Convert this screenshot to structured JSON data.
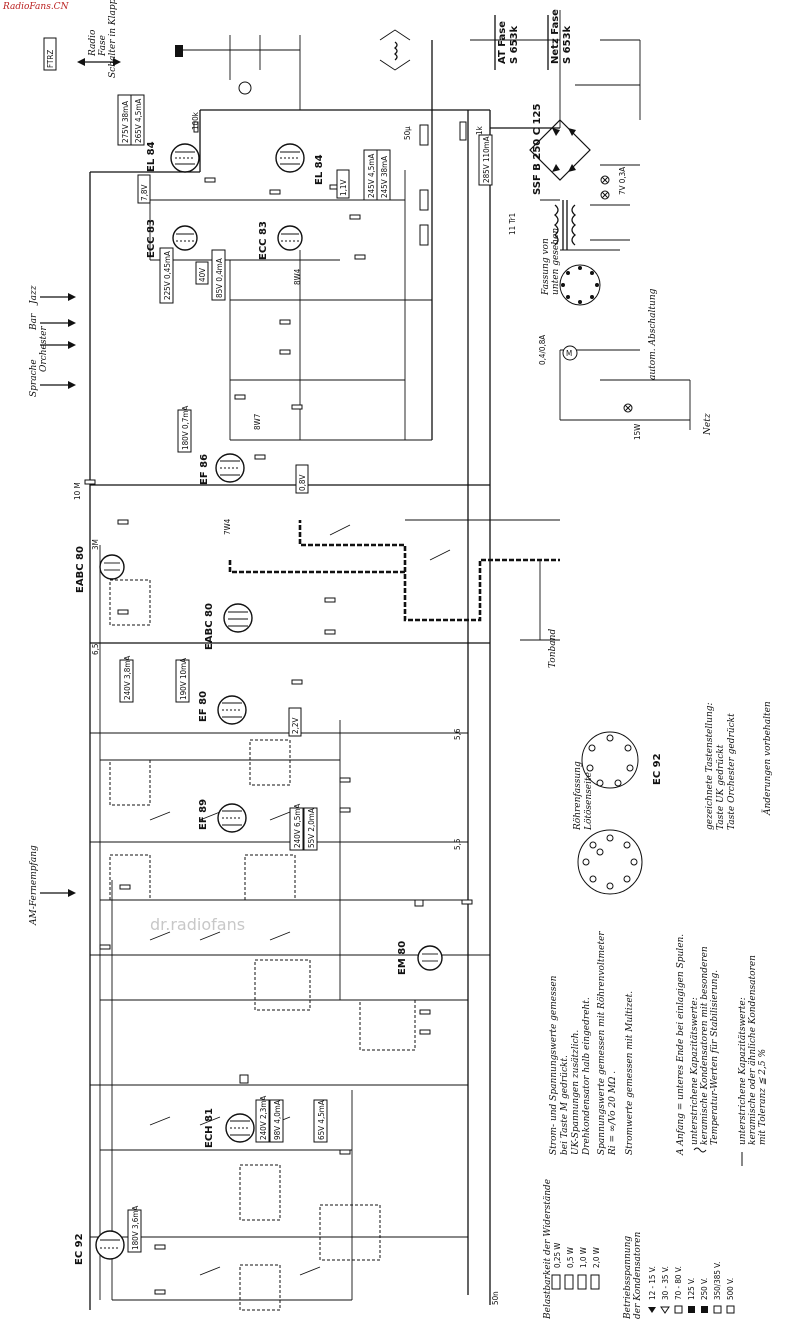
{
  "brand": "RadioFans.CN",
  "watermark": "dr.radiofans",
  "ftrz": "FTRZ",
  "top": {
    "radio_switch": [
      "Radio",
      "Fase",
      "Schalter in Klappe"
    ],
    "at_fase": [
      "AT Fase",
      "S 653k"
    ],
    "netz_fase": [
      "Netz Fase",
      "S 653k"
    ],
    "rectifier": "SSF B 250 C 125"
  },
  "tubes": {
    "el84_a": "EL 84",
    "el84_b": "EL 84",
    "ecc83_a": "ECC 83",
    "ecc83_b": "ECC 83",
    "ef86": "EF 86",
    "eabc80_a": "EABC 80",
    "eabc80_b": "EABC 80",
    "ef80": "EF 80",
    "ef89": "EF 89",
    "em80": "EM 80",
    "ech81": "ECH 81",
    "ec92": "EC 92"
  },
  "voltages": {
    "v1": "275V 38mA",
    "v2": "265V 4,5mA",
    "v3": "245V 4,5mA",
    "v4": "245V 38mA",
    "v5": "285V 110mA",
    "v6": "225V 0,45mA",
    "v7": "85V 0,4mA",
    "v8": "180V 0,7mA",
    "v9": "240V 3,8mA",
    "v10": "190V 10mA",
    "v11": "240V 6,5mA",
    "v12": "55V 2,0mA",
    "v13": "240V 2,3mA",
    "v14": "98V 4,0mA",
    "v15": "65V 4,5mA",
    "v16": "180V 3,6mA",
    "b1": "7,8V",
    "b2": "1,1V",
    "b3": "2,2V",
    "b4": "0,8V",
    "b5": "40V"
  },
  "buttons": [
    "Sprache",
    "Orchester",
    "Bar",
    "Jazz"
  ],
  "am_fern": "AM-Fernempfang",
  "tonband": "Tonband",
  "netz": "Netz",
  "aut_abschaltung": "autom. Abschaltung",
  "fassung_label": [
    "Fassung von",
    "unten gesehen"
  ],
  "roehrenfassung": [
    "Röhrenfassung",
    "Lötösenseite"
  ],
  "ec92_socket": "EC 92",
  "taste_notes": [
    "gezeichnete Tastenstellung:",
    "Taste UK gedrückt",
    "Taste Orchester gedrückt"
  ],
  "aenderungen": "Änderungen vorbehalten",
  "notes": [
    "Strom- und Spannungswerte gemessen",
    "bei Taste M gedrückt.",
    "UK-Spannungen zusätzlich.",
    "Drehkondensator halb eingedreht.",
    "Spannungswerte gemessen mit Röhrenvoltmeter",
    "Ri = ∞/Vo 20 MΩ .",
    "Stromwerte gemessen mit Multizet."
  ],
  "legend_a": "A Anfang = unteres Ende bei einlagigen Spulen.",
  "legend_cap1": [
    "unterstrichene Kapazitätswerte:",
    "keramische Kondensatoren mit besonderen",
    "Temperatur-Werten für Stabilisierung."
  ],
  "legend_cap2": [
    "unterstrichene Kapazitätswerte:",
    "keramische oder ähnliche Kondensatoren",
    "mit Toleranz ≦ 2,5 %"
  ],
  "load_title": [
    "Belastbarkeit der Widerstände"
  ],
  "load_values": [
    "0,25 W",
    "0,5 W",
    "1,0 W",
    "2,0 W"
  ],
  "cap_title": [
    "Betriebsspannung",
    "der Kondensatoren"
  ],
  "cap_values": [
    "12 - 15 V.",
    "30 - 35 V.",
    "70 - 80 V.",
    "125 V.",
    "250 V.",
    "350/385 V.",
    "500 V."
  ],
  "misc": {
    "r10m": "10 M",
    "r1k": "1k",
    "c50u": "50µ",
    "tr11": "11 Tr1",
    "q08a": "0,4/0,8A",
    "fw15": "15W",
    "bw4": "8W4",
    "bw7": "8W7",
    "tw4": "7W4",
    "m3m": "3M",
    "v55": "5,5",
    "v56": "5,6",
    "v65": "6,5",
    "v7a": "7V 0,3A",
    "k100": "100k",
    "k50": "50n"
  }
}
